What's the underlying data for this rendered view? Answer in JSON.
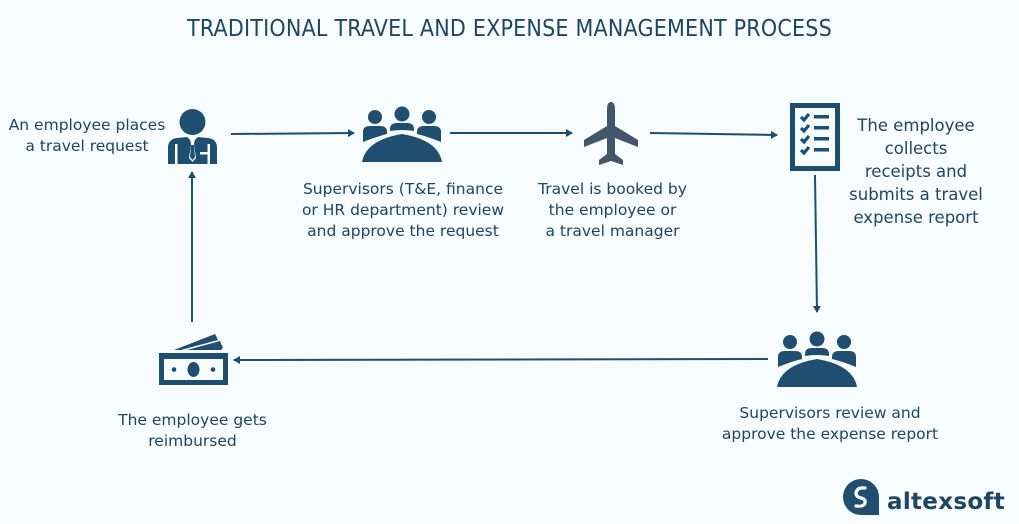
{
  "title": "TRADITIONAL TRAVEL AND EXPENSE MANAGEMENT PROCESS",
  "colors": {
    "primary": "#1f4e70",
    "plane": "#44566c",
    "text": "#1f4660",
    "background": "#f7fcfe"
  },
  "steps": [
    {
      "id": 1,
      "icon": "businessman-icon",
      "label": "An employee places\na travel request"
    },
    {
      "id": 2,
      "icon": "meeting-group-icon",
      "label": "Supervisors (T&E, finance\nor HR department) review\nand approve the request"
    },
    {
      "id": 3,
      "icon": "airplane-icon",
      "label": "Travel is booked by\nthe employee or\na travel manager"
    },
    {
      "id": 4,
      "icon": "checklist-icon",
      "label": "The employee\ncollects\nreceipts and\nsubmits a travel\nexpense report"
    },
    {
      "id": 5,
      "icon": "meeting-group-icon",
      "label": "Supervisors review and\napprove the expense report"
    },
    {
      "id": 6,
      "icon": "money-bills-icon",
      "label": "The employee gets\nreimbursed"
    }
  ],
  "flow": [
    {
      "from": 1,
      "to": 2,
      "direction": "right"
    },
    {
      "from": 2,
      "to": 3,
      "direction": "right"
    },
    {
      "from": 3,
      "to": 4,
      "direction": "right"
    },
    {
      "from": 4,
      "to": 5,
      "direction": "down"
    },
    {
      "from": 5,
      "to": 6,
      "direction": "left"
    },
    {
      "from": 6,
      "to": 1,
      "direction": "up"
    }
  ],
  "logo": {
    "icon": "altexsoft-logo-icon",
    "text": "altexsoft"
  }
}
